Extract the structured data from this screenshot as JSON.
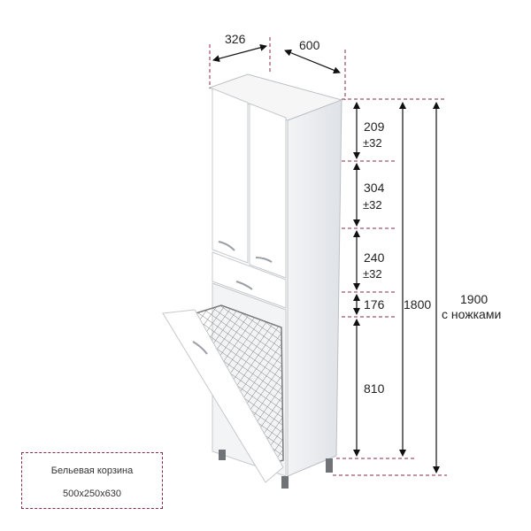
{
  "dimensions": {
    "width_top": "326",
    "depth_top": "600",
    "section_1": "209",
    "section_1_tol": "±32",
    "section_2": "304",
    "section_2_tol": "±32",
    "section_3": "240",
    "section_3_tol": "±32",
    "section_4": "176",
    "section_5": "810",
    "height_body": "1800",
    "height_total": "1900",
    "height_total_note": "с ножками"
  },
  "legend": {
    "title": "Бельевая корзина",
    "size": "500x250x630"
  },
  "colors": {
    "dimension_line": "#8a2a4a",
    "arrow": "#111111",
    "cabinet_front": "#ffffff",
    "cabinet_side": "#e9ebee",
    "basket": "#8c8c8c"
  }
}
